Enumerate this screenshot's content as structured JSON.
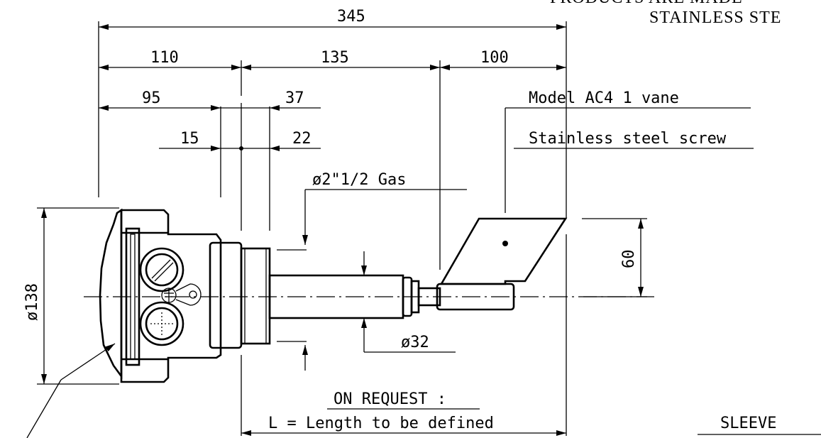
{
  "header": {
    "line1": "PRODUCTS ARE MADE",
    "line2": "STAINLESS STE"
  },
  "dimensions": {
    "total": "345",
    "housing": "110",
    "body": "135",
    "vane": "100",
    "d95": "95",
    "d37": "37",
    "d15": "15",
    "d22": "22",
    "height": "60",
    "housing_diameter": "ø138",
    "shaft_diameter": "ø32"
  },
  "labels": {
    "model": "Model AC4 1 vane",
    "screw": "Stainless steel screw",
    "thread": "ø2\"1/2 Gas",
    "on_request": "ON REQUEST :",
    "length": "L = Length to be defined",
    "sleeve": "SLEEVE"
  }
}
